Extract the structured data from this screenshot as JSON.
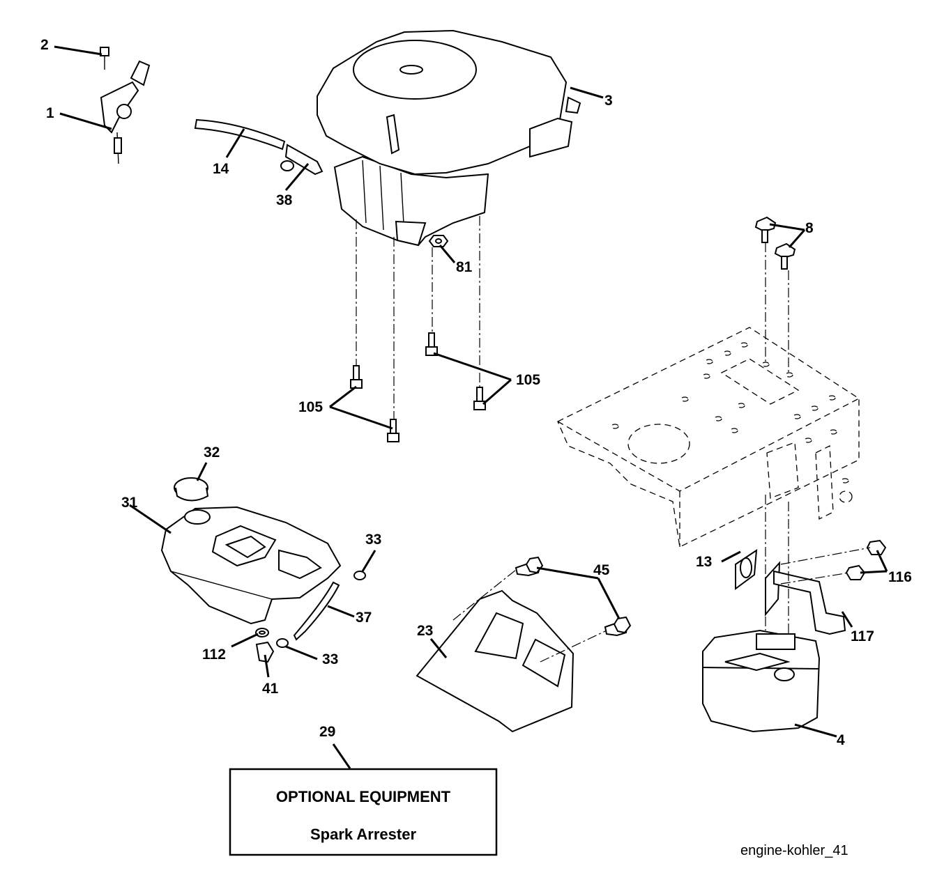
{
  "callouts": {
    "c1": "1",
    "c2": "2",
    "c3": "3",
    "c4": "4",
    "c8": "8",
    "c13": "13",
    "c14": "14",
    "c23": "23",
    "c29": "29",
    "c31": "31",
    "c32": "32",
    "c33a": "33",
    "c33b": "33",
    "c37": "37",
    "c38": "38",
    "c41": "41",
    "c45": "45",
    "c81": "81",
    "c105a": "105",
    "c105b": "105",
    "c112": "112",
    "c116": "116",
    "c117": "117"
  },
  "optional_box": {
    "heading": "OPTIONAL EQUIPMENT",
    "item": "Spark Arrester"
  },
  "footer_label": "engine-kohler_41"
}
